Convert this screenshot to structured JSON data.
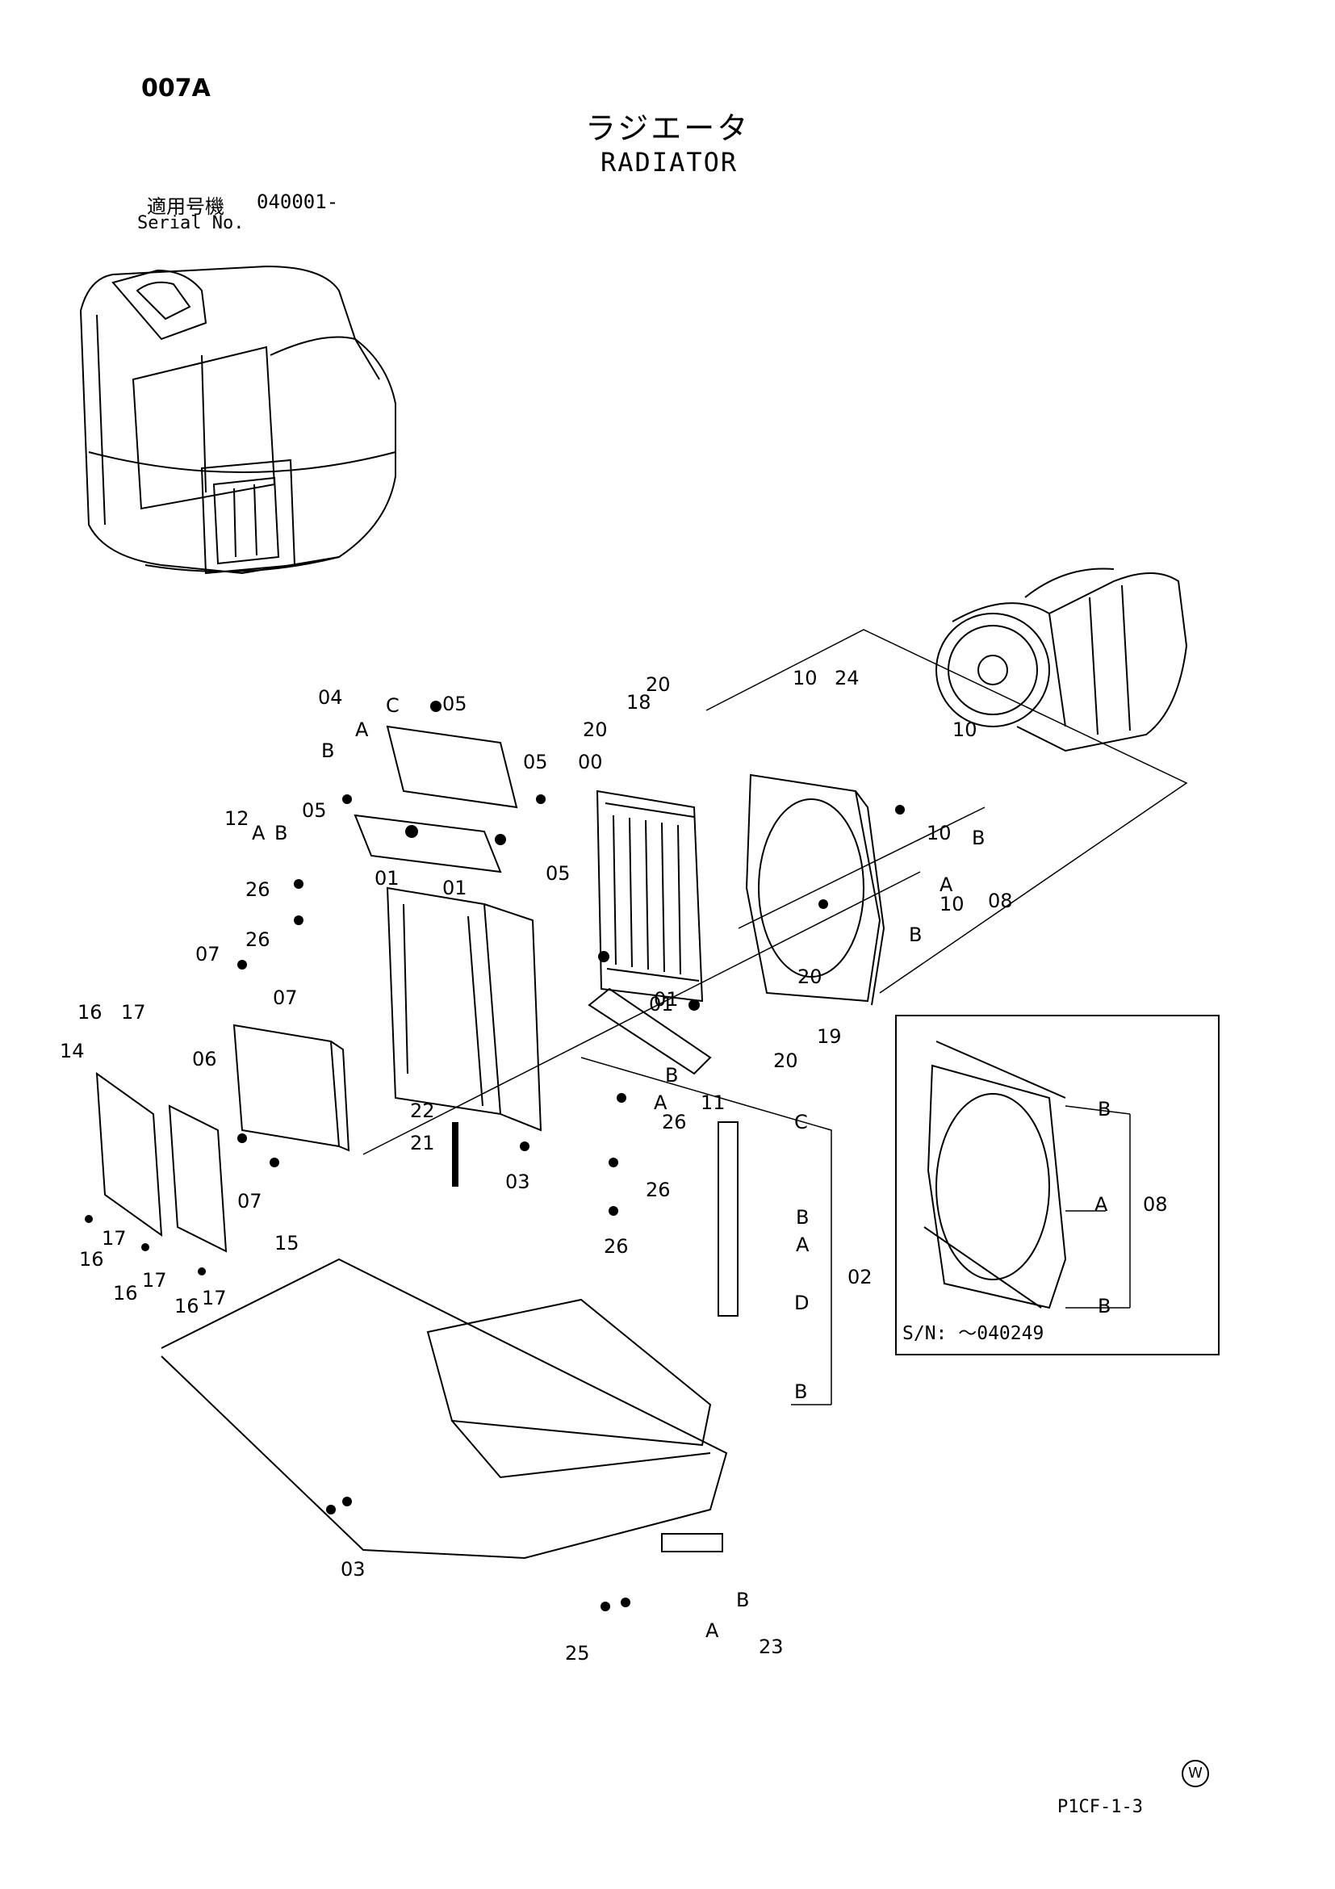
{
  "header": {
    "page_code": "007A",
    "title_jp": "ラジエータ",
    "title_en": "RADIATOR",
    "serial_label_jp": "適用号機",
    "serial_value": "040001-",
    "serial_label_en": "Serial No."
  },
  "callouts": [
    "04",
    "C",
    "05",
    "A",
    "B",
    "05",
    "00",
    "20",
    "18",
    "20",
    "10",
    "24",
    "10",
    "12",
    "A",
    "B",
    "05",
    "01",
    "05",
    "01",
    "10",
    "26",
    "26",
    "07",
    "07",
    "16",
    "17",
    "14",
    "06",
    "B",
    "A",
    "08",
    "10",
    "B",
    "20",
    "01",
    "01",
    "19",
    "20",
    "B",
    "A",
    "11",
    "26",
    "22",
    "21",
    "03",
    "26",
    "C",
    "26",
    "B",
    "A",
    "02",
    "D",
    "07",
    "15",
    "16",
    "17",
    "16",
    "17",
    "16",
    "17",
    "B",
    "03",
    "B",
    "A",
    "23",
    "25"
  ],
  "inset": {
    "label": "S/N: ～040249",
    "callouts": [
      "B",
      "A",
      "08",
      "B"
    ]
  },
  "footer": {
    "code": "P1CF-1-3",
    "mark": "W"
  }
}
